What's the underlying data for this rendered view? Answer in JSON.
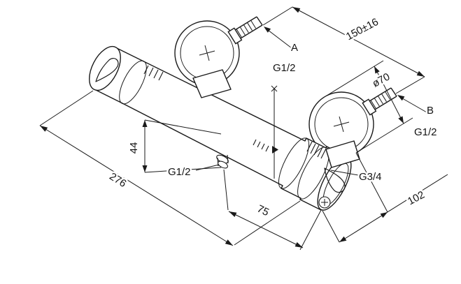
{
  "drawing": {
    "dim_connection_spacing": "150±16",
    "dim_escutcheon_diameter": "ø70",
    "dim_overall_length": "276",
    "dim_outlet_drop": "44",
    "dim_outlet_to_end": "75",
    "dim_depth": "102",
    "label_connection_a": "A",
    "label_connection_b": "B",
    "thread_connection_a": "G1/2",
    "thread_connection_b": "G1/2",
    "thread_outlet": "G1/2",
    "thread_hose": "G3/4"
  }
}
